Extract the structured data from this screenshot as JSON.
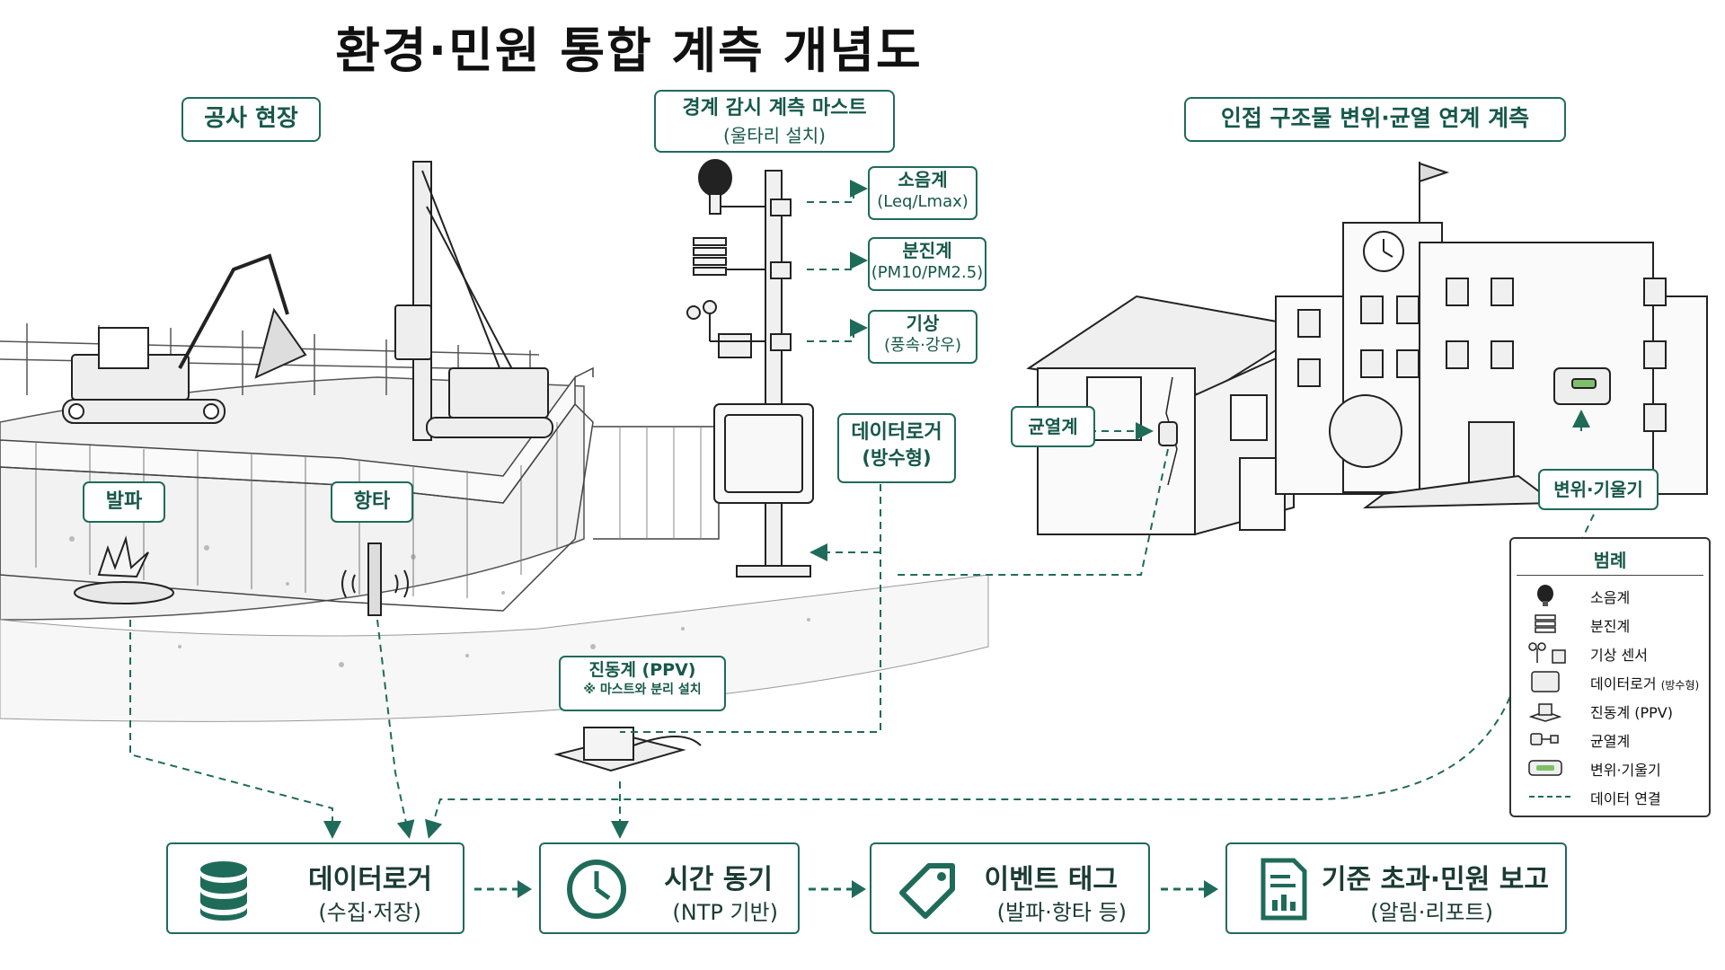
{
  "title": "환경·민원 통합 계측 개념도",
  "sections": {
    "site": "공사 현장",
    "mast_title": "경계 감시 계측 마스트",
    "mast_sub": "(울타리 설치)",
    "adjacent": "인접 구조물 변위·균열 연계 계측"
  },
  "callouts": {
    "noise": {
      "title": "소음계",
      "sub": "(Leq/Lmax)"
    },
    "dust": {
      "title": "분진계",
      "sub": "(PM10/PM2.5)"
    },
    "weather": {
      "title": "기상",
      "sub": "(풍속·강우)"
    },
    "logger": {
      "title": "데이터로거",
      "sub": "(방수형)"
    },
    "crack": "균열계",
    "tilt": "변위·기울기",
    "blast": "발파",
    "pile": "항타",
    "vibration": {
      "title": "진동계 (PPV)",
      "sub": "※ 마스트와 분리 설치"
    }
  },
  "flow": [
    {
      "title": "데이터로거",
      "sub": "(수집·저장)",
      "icon": "database-icon"
    },
    {
      "title": "시간 동기",
      "sub": "(NTP 기반)",
      "icon": "clock-icon"
    },
    {
      "title": "이벤트 태그",
      "sub": "(발파·항타 등)",
      "icon": "tag-icon"
    },
    {
      "title": "기준 초과·민원 보고",
      "sub": "(알림·리포트)",
      "icon": "report-icon"
    }
  ],
  "legend": {
    "title": "범례",
    "items": [
      {
        "label": "소음계",
        "icon": "noise-meter-icon"
      },
      {
        "label": "분진계",
        "icon": "dust-meter-icon"
      },
      {
        "label": "기상 센서",
        "icon": "weather-sensor-icon"
      },
      {
        "label": "데이터로거",
        "note": "(방수형)",
        "icon": "datalogger-icon"
      },
      {
        "label": "진동계 (PPV)",
        "icon": "vibration-meter-icon"
      },
      {
        "label": "균열계",
        "icon": "crack-meter-icon"
      },
      {
        "label": "변위·기울기",
        "icon": "tilt-meter-icon"
      },
      {
        "label": "데이터 연결",
        "icon": "data-link-icon"
      }
    ]
  },
  "colors": {
    "accent": "#1f6b5a",
    "line": "#2a2a2a"
  }
}
